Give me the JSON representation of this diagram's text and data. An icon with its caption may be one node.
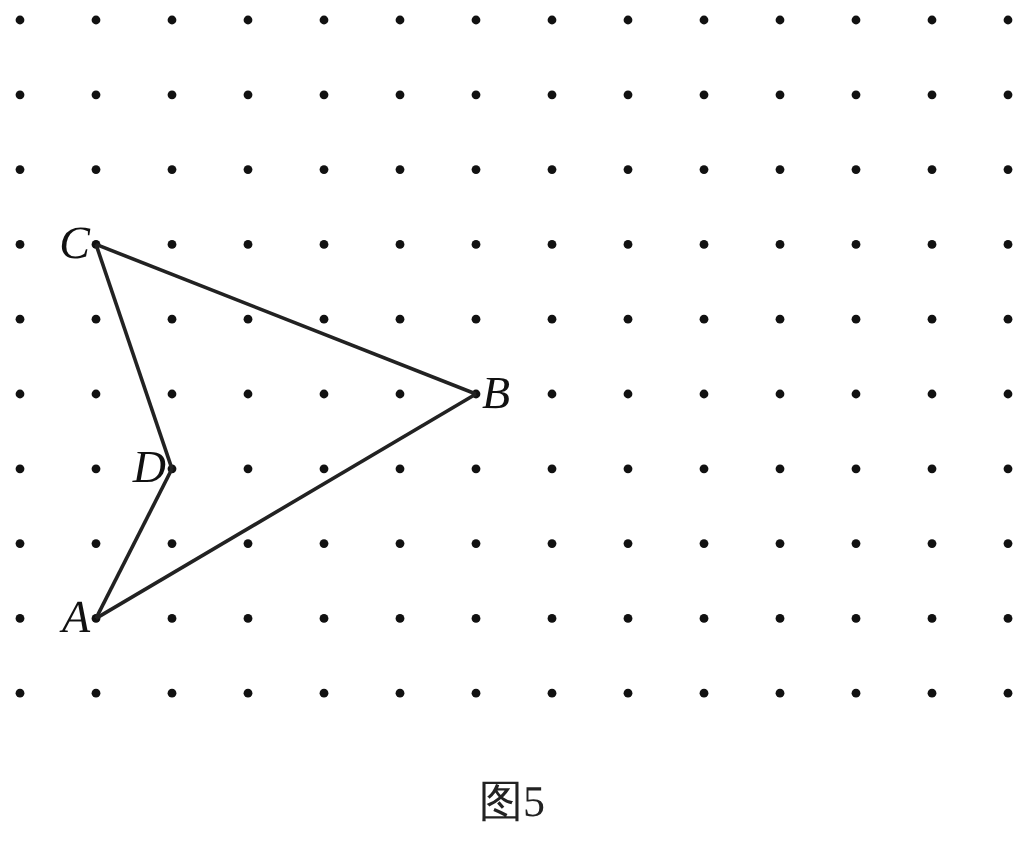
{
  "diagram": {
    "caption": "图5",
    "nodes": [
      {
        "text": [
          "C"
        ]
      },
      {
        "text": [
          "B"
        ]
      },
      {
        "text": [
          "D"
        ]
      },
      {
        "text": [
          "A"
        ]
      }
    ],
    "edges": [
      {
        "from": 0,
        "to": 1,
        "arrow": "none"
      },
      {
        "from": 1,
        "to": 3,
        "arrow": "none"
      },
      {
        "from": 3,
        "to": 2,
        "arrow": "none"
      },
      {
        "from": 2,
        "to": 0,
        "arrow": "none"
      }
    ]
  }
}
